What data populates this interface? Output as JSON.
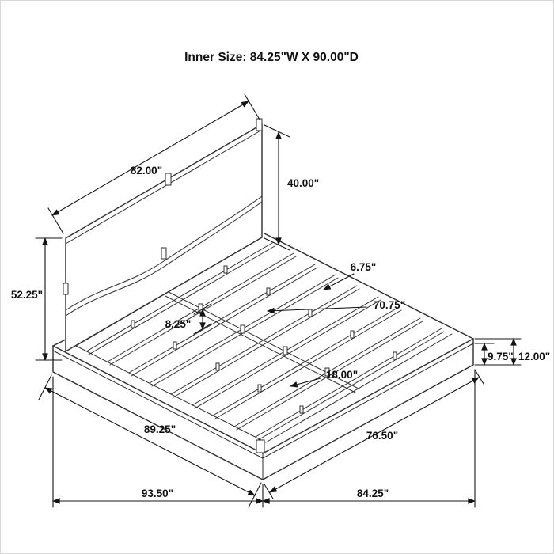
{
  "title": "Inner Size: 84.25\"W X 90.00\"D",
  "dimensions": {
    "headboard_width": "82.00\"",
    "headboard_height": "40.00\"",
    "headboard_floor_height": "52.25\"",
    "rail_width": "6.75\"",
    "slat_length": "70.75\"",
    "slat_spacing": "8.25\"",
    "base_height": "9.75\"",
    "platform_height": "12.00\"",
    "center_support": "18.00\"",
    "platform_side_depth": "89.25\"",
    "platform_front_width": "76.50\"",
    "overall_depth": "93.50\"",
    "overall_width": "84.25\""
  },
  "colors": {
    "line": "#2e2e2e",
    "dimension": "#141414",
    "background": "#ffffff",
    "border": "#d8d8d8"
  }
}
